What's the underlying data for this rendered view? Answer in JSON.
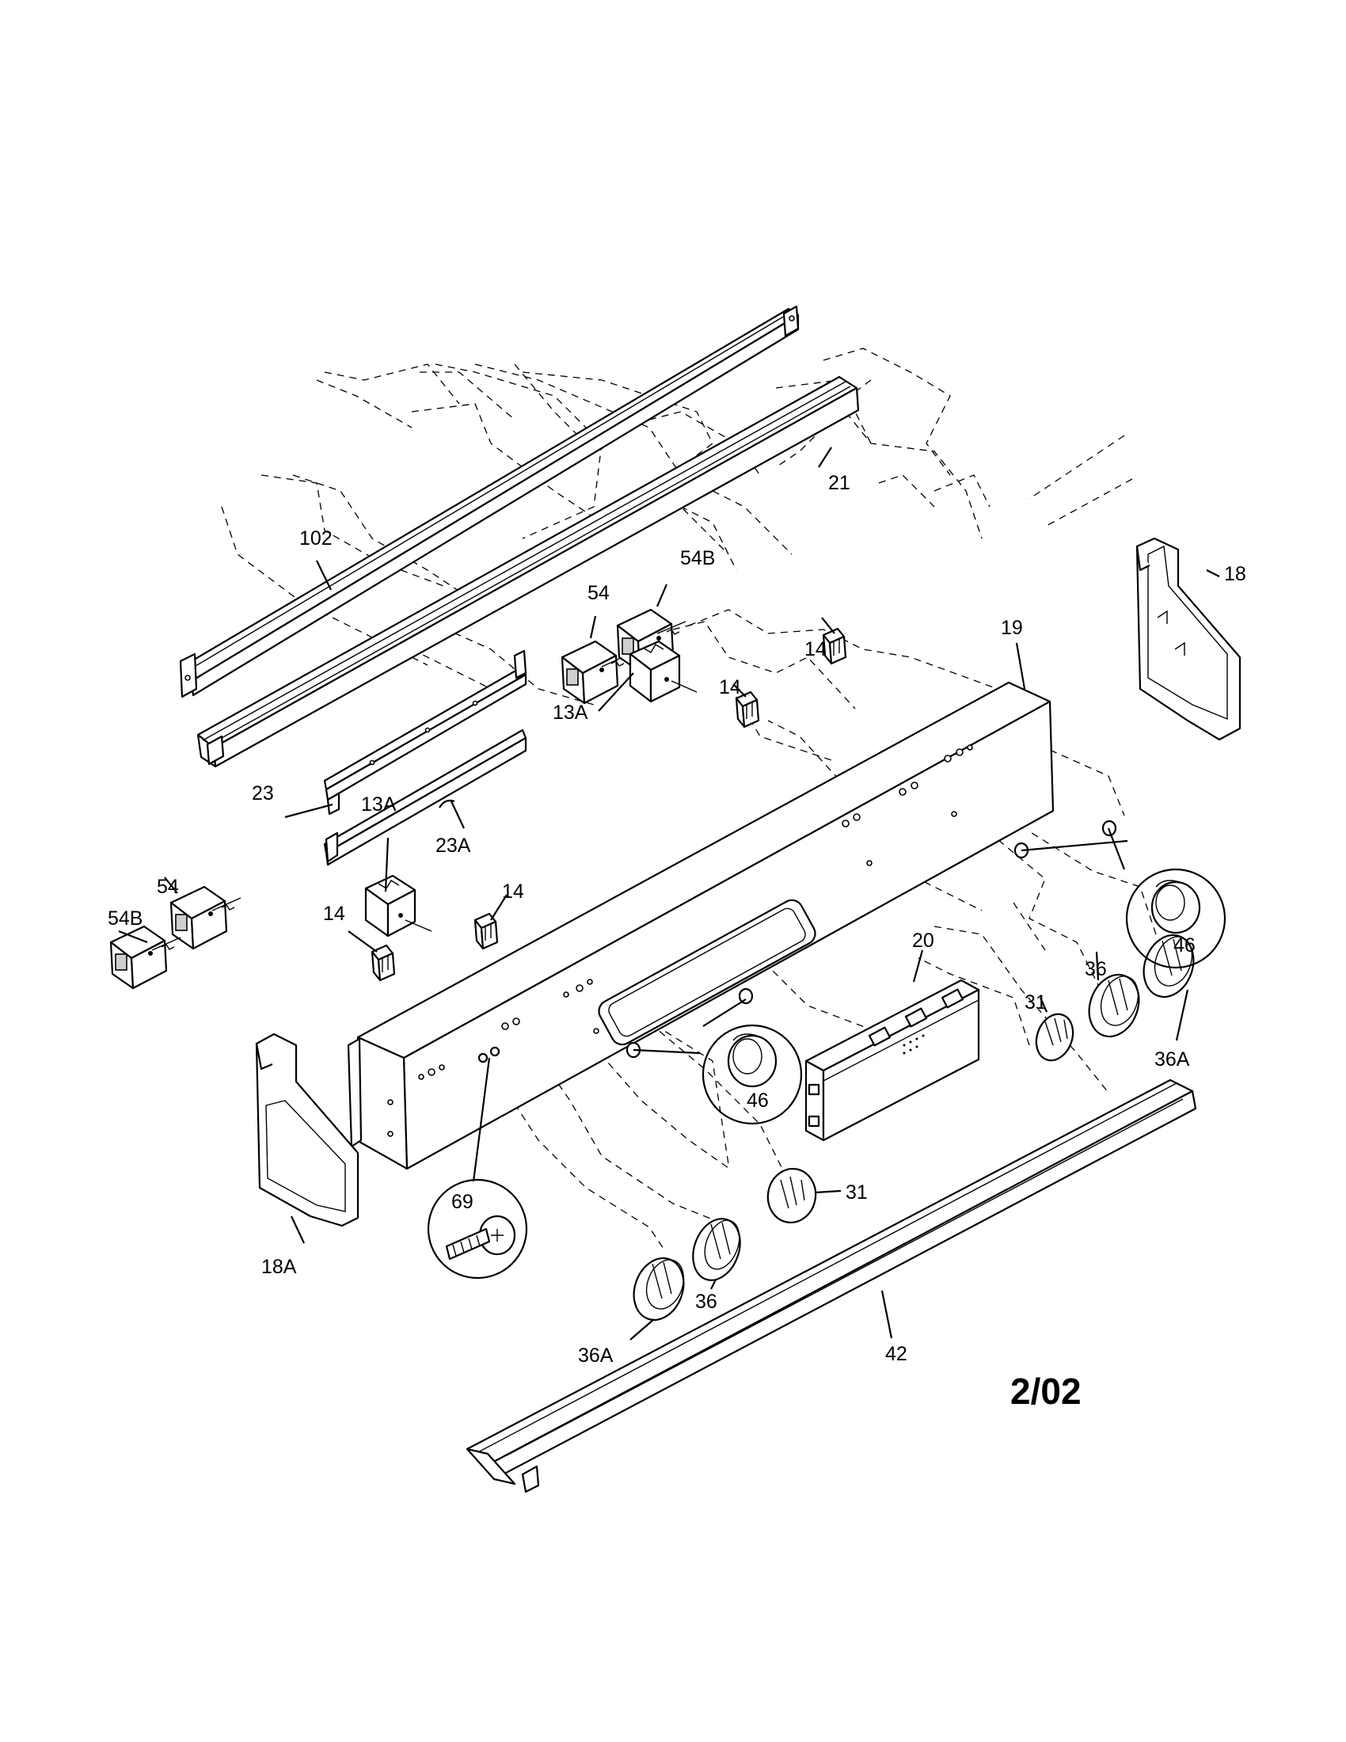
{
  "diagram": {
    "date_code": "2/02",
    "labels": {
      "p102": "102",
      "p21": "21",
      "p54_upper": "54",
      "p54b_upper": "54B",
      "p18": "18",
      "p19": "19",
      "p14_a": "14",
      "p14_b": "14",
      "p13a_upper": "13A",
      "p23": "23",
      "p13a_lower": "13A",
      "p23a": "23A",
      "p14_c": "14",
      "p54_left": "54",
      "p54b_left": "54B",
      "p14_d": "14",
      "p46_right": "46",
      "p20": "20",
      "p36_right": "36",
      "p31_right": "31",
      "p36a_right": "36A",
      "p46_center": "46",
      "p69": "69",
      "p18a": "18A",
      "p31_center": "31",
      "p36_center": "36",
      "p36a_center": "36A",
      "p42": "42"
    }
  }
}
